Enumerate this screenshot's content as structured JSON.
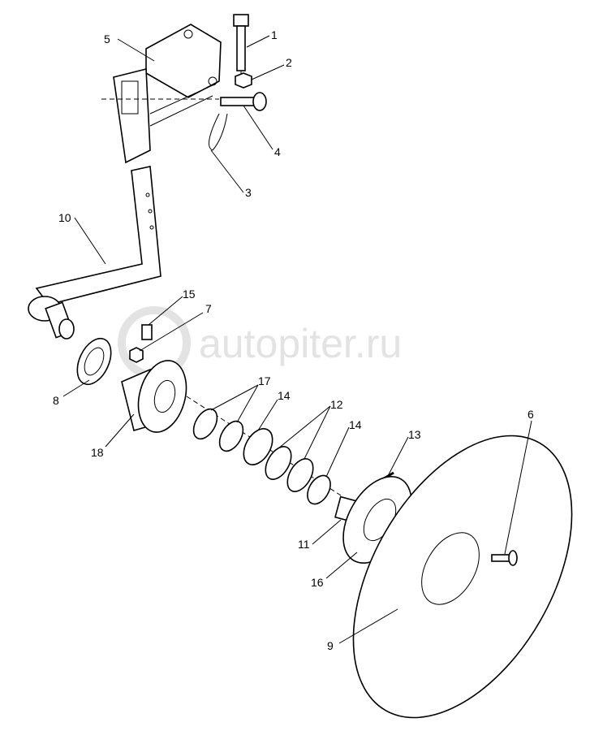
{
  "watermark": "autopiter.ru",
  "callouts": [
    "1",
    "2",
    "3",
    "4",
    "5",
    "6",
    "7",
    "8",
    "9",
    "10",
    "11",
    "12",
    "13",
    "14",
    "14",
    "15",
    "16",
    "17",
    "18"
  ]
}
